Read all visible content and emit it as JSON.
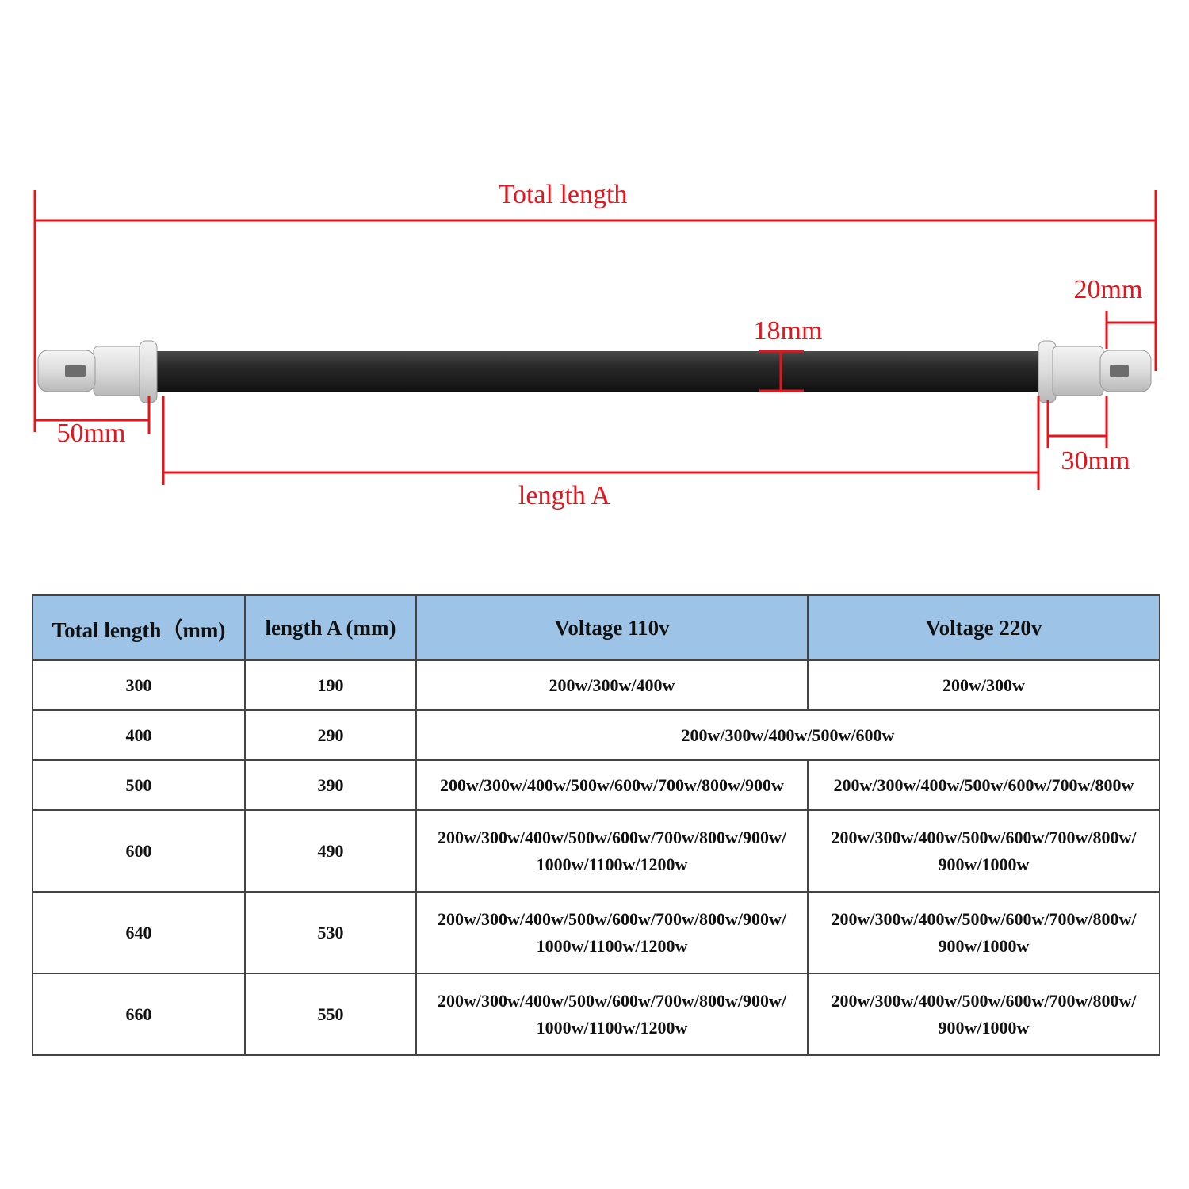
{
  "diagram": {
    "total_length_label": "Total length",
    "length_a_label": "length A",
    "diameter_label": "18mm",
    "left_cap_label": "50mm",
    "right_pin_label": "20mm",
    "right_cap_label": "30mm",
    "accent_color": "#e8141c",
    "tube_color": "#222222"
  },
  "table": {
    "headers": [
      "Total length（mm)",
      "length A (mm)",
      "Voltage 110v",
      "Voltage 220v"
    ],
    "header_color": "#9dc3e6",
    "rows": [
      {
        "total": "300",
        "a": "190",
        "v110": [
          "200w/300w/400w"
        ],
        "v220": [
          "200w/300w"
        ]
      },
      {
        "total": "400",
        "a": "290",
        "merged": "200w/300w/400w/500w/600w"
      },
      {
        "total": "500",
        "a": "390",
        "v110": [
          "200w/300w/400w/500w/600w/700w/800w/900w"
        ],
        "v220": [
          "200w/300w/400w/500w/600w/700w/800w"
        ]
      },
      {
        "total": "600",
        "a": "490",
        "v110": [
          "200w/300w/400w/500w/600w/700w/800w/900w/",
          "1000w/1100w/1200w"
        ],
        "v220": [
          "200w/300w/400w/500w/600w/700w/800w/",
          "900w/1000w"
        ]
      },
      {
        "total": "640",
        "a": "530",
        "v110": [
          "200w/300w/400w/500w/600w/700w/800w/900w/",
          "1000w/1100w/1200w"
        ],
        "v220": [
          "200w/300w/400w/500w/600w/700w/800w/",
          "900w/1000w"
        ]
      },
      {
        "total": "660",
        "a": "550",
        "v110": [
          "200w/300w/400w/500w/600w/700w/800w/900w/",
          "1000w/1100w/1200w"
        ],
        "v220": [
          "200w/300w/400w/500w/600w/700w/800w/",
          "900w/1000w"
        ]
      }
    ]
  }
}
